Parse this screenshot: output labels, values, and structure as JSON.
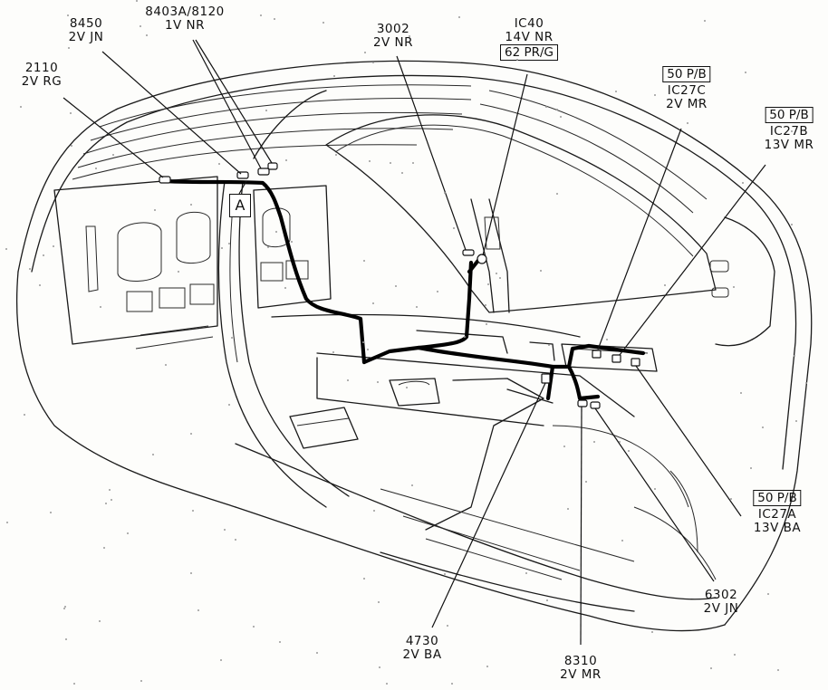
{
  "diagram": {
    "type": "vehicle-wiring-harness-routing",
    "subject": "rear floor / body harness routing (cutaway perspective of car body)",
    "reference_marker": "A",
    "labels": [
      {
        "id": "2110",
        "code": "2110",
        "spec": "2V  RG",
        "box": null
      },
      {
        "id": "8450",
        "code": "8450",
        "spec": "2V  JN",
        "box": null
      },
      {
        "id": "8403A-8120",
        "code": "8403A/8120",
        "spec": "1V  NR",
        "box": null
      },
      {
        "id": "3002",
        "code": "3002",
        "spec": "2V  NR",
        "box": null
      },
      {
        "id": "IC40",
        "code": "IC40",
        "spec": "14V  NR",
        "box": "62  PR/G"
      },
      {
        "id": "IC27C",
        "code": "IC27C",
        "spec": "2V  MR",
        "box": "50  P/B"
      },
      {
        "id": "IC27B",
        "code": "IC27B",
        "spec": "13V  MR",
        "box": "50  P/B"
      },
      {
        "id": "IC27A",
        "code": "IC27A",
        "spec": "13V  BA",
        "box": "50  P/B"
      },
      {
        "id": "6302",
        "code": "6302",
        "spec": "2V  JN",
        "box": null
      },
      {
        "id": "4730",
        "code": "4730",
        "spec": "2V  BA",
        "box": null
      },
      {
        "id": "8310",
        "code": "8310",
        "spec": "2V  MR",
        "box": null
      }
    ]
  }
}
